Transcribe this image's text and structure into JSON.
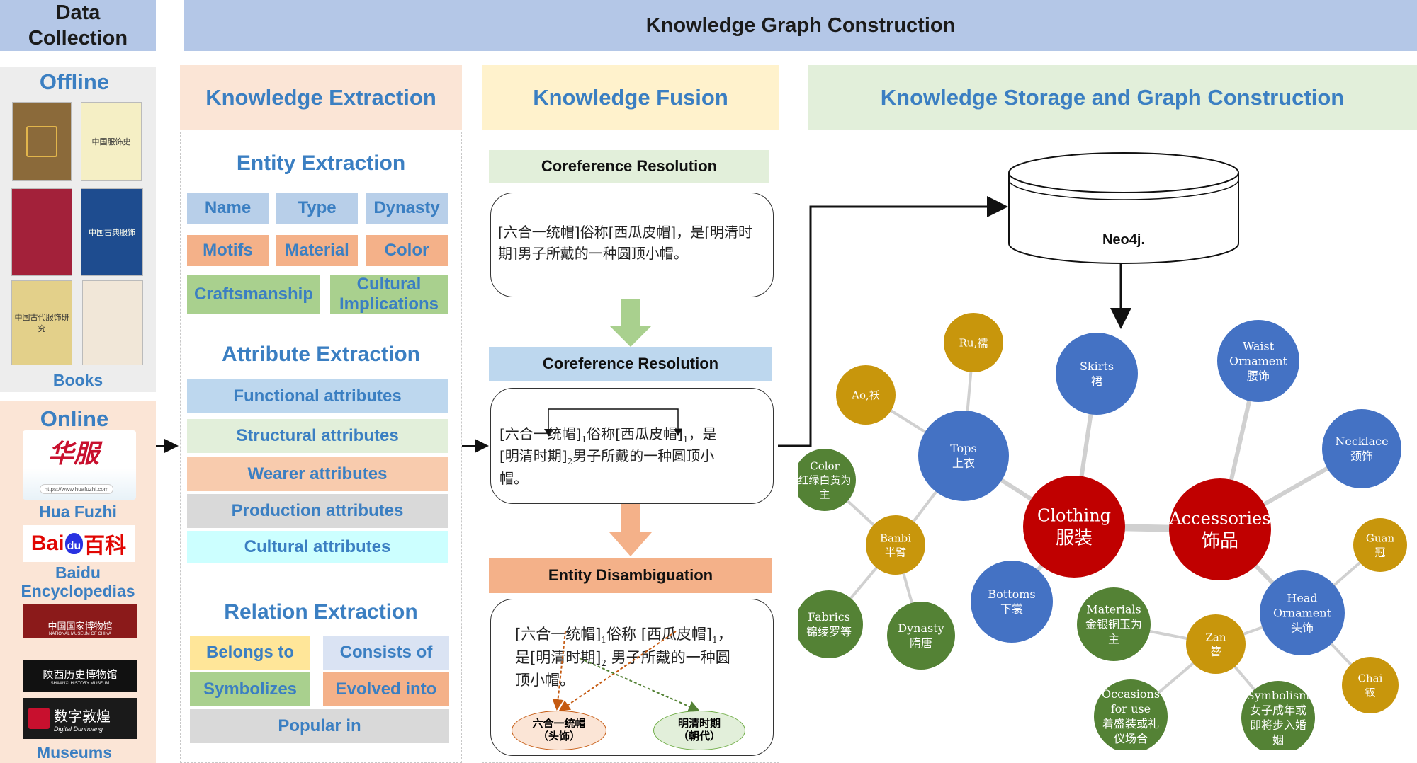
{
  "data_collection": {
    "title": "Data Collection",
    "offline": {
      "title": "Offline",
      "books_label": "Books",
      "book_covers": [
        {
          "text": "",
          "bg": "#8b6a3a"
        },
        {
          "text": "中国服饰史",
          "bg": "#f5efc5"
        },
        {
          "text": "",
          "bg": "#a3213a"
        },
        {
          "text": "中国古典服饰",
          "bg": "#1e4c8f"
        },
        {
          "text": "中国古代服饰研究",
          "bg": "#e3d08a"
        },
        {
          "text": "",
          "bg": "#f1e7d8"
        }
      ]
    },
    "online": {
      "title": "Online",
      "huafuzhi": "Hua Fuzhi",
      "huafuzhi_url": "https://www.huafuzhi.com",
      "huafuzhi_logo": "华服",
      "baidu_logo_a": "Bai",
      "baidu_logo_b": "du",
      "baidu_logo_c": "百科",
      "baidu": "Baidu Encyclopedias",
      "museum_1_zh": "中国国家博物馆",
      "museum_1_en": "NATIONAL MUSEUM OF CHINA",
      "museum_2_zh": "陕西历史博物馆",
      "museum_2_en": "SHAANXI HISTORY MUSEUM",
      "museum_3_zh": "数字敦煌",
      "museum_3_en": "Digital Dunhuang",
      "museums_label": "Museums"
    }
  },
  "kg": {
    "title": "Knowledge Graph Construction"
  },
  "extraction": {
    "title": "Knowledge Extraction",
    "entity": {
      "title": "Entity Extraction",
      "tags": [
        "Name",
        "Type",
        "Dynasty",
        "Motifs",
        "Material",
        "Color",
        "Craftsmanship",
        "Cultural Implications"
      ]
    },
    "attribute": {
      "title": "Attribute Extraction",
      "tags": [
        "Functional attributes",
        "Structural attributes",
        "Wearer attributes",
        "Production attributes",
        "Cultural attributes"
      ]
    },
    "relation": {
      "title": "Relation Extraction",
      "tags": [
        "Belongs to",
        "Consists of",
        "Symbolizes",
        "Evolved into",
        "Popular in"
      ]
    }
  },
  "fusion": {
    "title": "Knowledge Fusion",
    "step1": "Coreference Resolution",
    "text1": "[六合一统帽]俗称[西瓜皮帽]，是[明清时期]男子所戴的一种圆顶小帽。",
    "step2": "Coreference Resolution",
    "text2_line1": "[六合一统帽]",
    "text2_sub1": "1",
    "text2_mid": "俗称[西瓜皮帽]",
    "text2_sub2": "1",
    "text2_end": "，是",
    "text2_line2": "[明清时期]",
    "text2_sub3": "2",
    "text2_line2b": "男子所戴的一种圆顶小",
    "text2_line3": "帽。",
    "step3": "Entity Disambiguation",
    "text3_line1": "[六合一统帽]",
    "text3_sub1": "1",
    "text3_mid": "俗称 [西瓜皮帽]",
    "text3_sub2": "1",
    "text3_end": "，",
    "text3_line2": "是[明清时期]",
    "text3_sub3": "2",
    "text3_line2b": " 男子所戴的一种圆",
    "text3_line3": "顶小帽。",
    "ellipse1_a": "六合一统帽",
    "ellipse1_b": "（头饰）",
    "ellipse2_a": "明清时期",
    "ellipse2_b": "（朝代）"
  },
  "storage": {
    "title": "Knowledge Storage and Graph Construction",
    "db_label": "Neo4j.",
    "nodes": [
      {
        "id": "clothing",
        "en": "Clothing",
        "zh": "服装",
        "color": "#c00000"
      },
      {
        "id": "accessories",
        "en": "Accessories",
        "zh": "饰品",
        "color": "#c00000"
      },
      {
        "id": "tops",
        "en": "Tops",
        "zh": "上衣",
        "color": "#4472c4"
      },
      {
        "id": "skirts",
        "en": "Skirts",
        "zh": "裙",
        "color": "#4472c4"
      },
      {
        "id": "bottoms",
        "en": "Bottoms",
        "zh": "下裳",
        "color": "#4472c4"
      },
      {
        "id": "waist",
        "en": "Waist Ornament",
        "zh": "腰饰",
        "color": "#4472c4"
      },
      {
        "id": "necklace",
        "en": "Necklace",
        "zh": "颈饰",
        "color": "#4472c4"
      },
      {
        "id": "head",
        "en": "Head Ornament",
        "zh": "头饰",
        "color": "#4472c4"
      },
      {
        "id": "ru",
        "en": "Ru,襦",
        "zh": "",
        "color": "#c8960c"
      },
      {
        "id": "ao",
        "en": "Ao,袄",
        "zh": "",
        "color": "#c8960c"
      },
      {
        "id": "banbi",
        "en": "Banbi",
        "zh": "半臂",
        "color": "#c8960c"
      },
      {
        "id": "zan",
        "en": "Zan",
        "zh": "簪",
        "color": "#c8960c"
      },
      {
        "id": "guan",
        "en": "Guan",
        "zh": "冠",
        "color": "#c8960c"
      },
      {
        "id": "chai",
        "en": "Chai",
        "zh": "钗",
        "color": "#c8960c"
      },
      {
        "id": "color",
        "en": "Color",
        "zh": "红绿白黄为主",
        "color": "#548235"
      },
      {
        "id": "fabrics",
        "en": "Fabrics",
        "zh": "锦绫罗等",
        "color": "#548235"
      },
      {
        "id": "dynasty",
        "en": "Dynasty",
        "zh": "隋唐",
        "color": "#548235"
      },
      {
        "id": "materials",
        "en": "Materials",
        "zh": "金银铜玉为主",
        "color": "#548235"
      },
      {
        "id": "occasions",
        "en": "Occasions for use",
        "zh": "着盛装或礼仪场合",
        "color": "#548235"
      },
      {
        "id": "symbolism",
        "en": "Symbolism",
        "zh": "女子成年或即将步入婚姻",
        "color": "#548235"
      }
    ]
  }
}
